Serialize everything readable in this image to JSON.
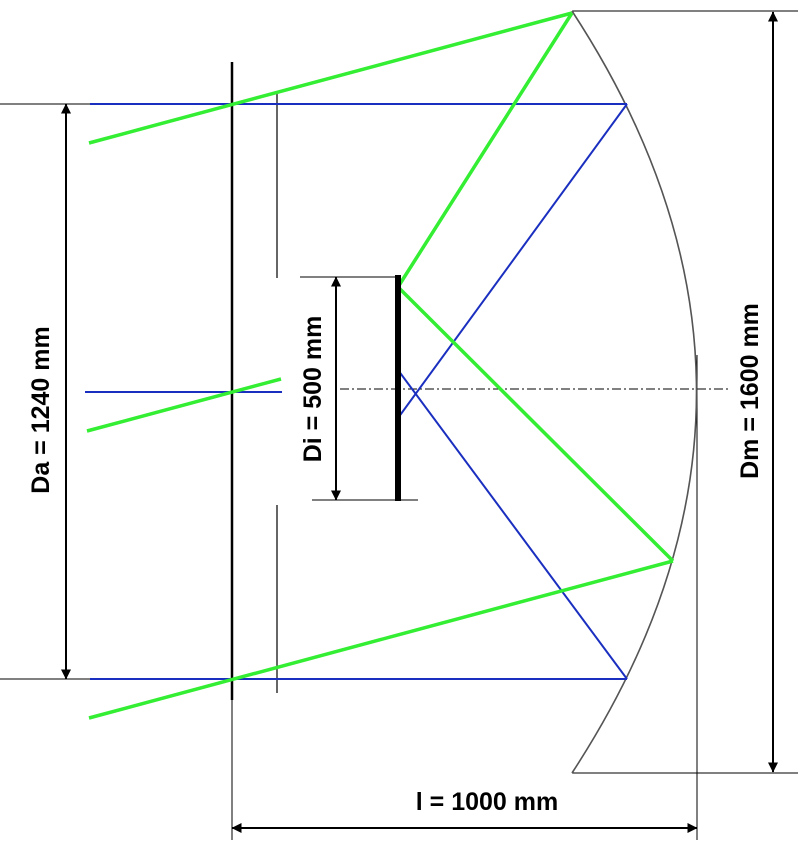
{
  "labels": {
    "da": "Da = 1240 mm",
    "di": "Di = 500 mm",
    "dm": "Dm = 1600 mm",
    "l": "l = 1000 mm"
  },
  "colors": {
    "green_ray": "#33ee33",
    "blue_ray": "#1a2fbf",
    "outline": "#000000",
    "mirror": "#555555"
  }
}
